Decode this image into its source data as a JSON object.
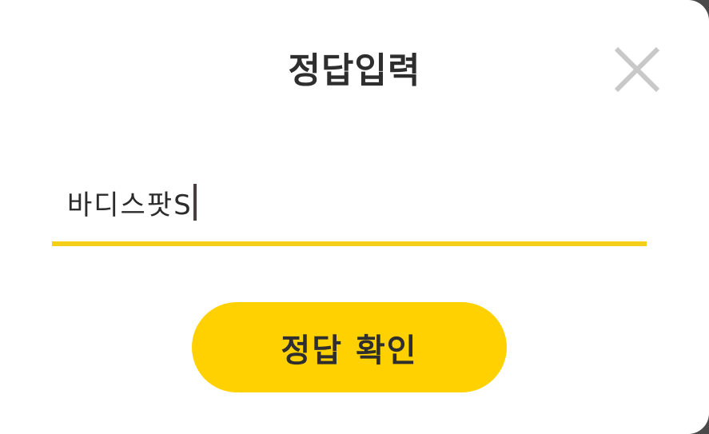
{
  "dialog": {
    "title": "정답입력",
    "close_icon": "close-icon",
    "answer_input": {
      "value": "바디스팟S",
      "placeholder": ""
    },
    "confirm_label": "정답 확인"
  },
  "colors": {
    "accent": "#ffd100",
    "underline": "#f4cf18",
    "text": "#2e2e2e",
    "close_icon": "#c8c8c8",
    "background": "#ffffff"
  }
}
